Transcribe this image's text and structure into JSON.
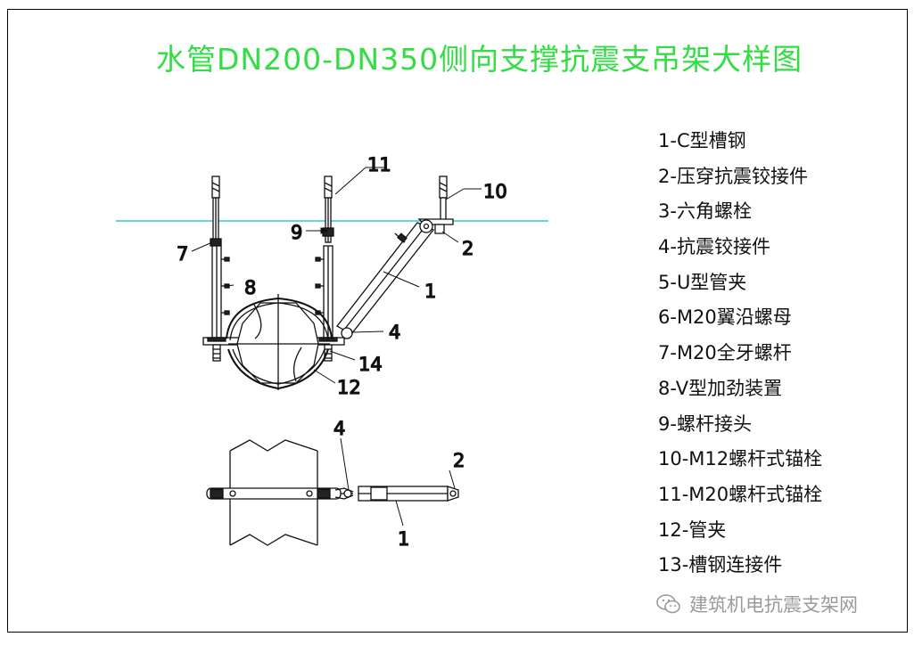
{
  "title": "水管DN200-DN350侧向支撑抗震支吊架大样图",
  "colors": {
    "title": "#33dd44",
    "datum_line": "#33cccc",
    "ink": "#111111",
    "watermark": "#9a9a9a"
  },
  "legend": [
    "1-C型槽钢",
    "2-压穿抗震铰接件",
    "3-六角螺栓",
    "4-抗震铰接件",
    "5-U型管夹",
    "6-M20翼沿螺母",
    "7-M20全牙螺杆",
    "8-V型加劲装置",
    "9-螺杆接头",
    "10-M12螺杆式锚栓",
    "11-M20螺杆式锚栓",
    "12-管夹",
    "13-槽钢连接件"
  ],
  "elevation_callouts": {
    "c1": "1",
    "c2": "2",
    "c4": "4",
    "c7": "7",
    "c8": "8",
    "c9": "9",
    "c10": "10",
    "c11": "11",
    "c12": "12",
    "c14": "14"
  },
  "plan_callouts": {
    "c1": "1",
    "c2": "2",
    "c4": "4"
  },
  "watermark": {
    "icon": "wechat-icon",
    "text": "建筑机电抗震支架网"
  }
}
